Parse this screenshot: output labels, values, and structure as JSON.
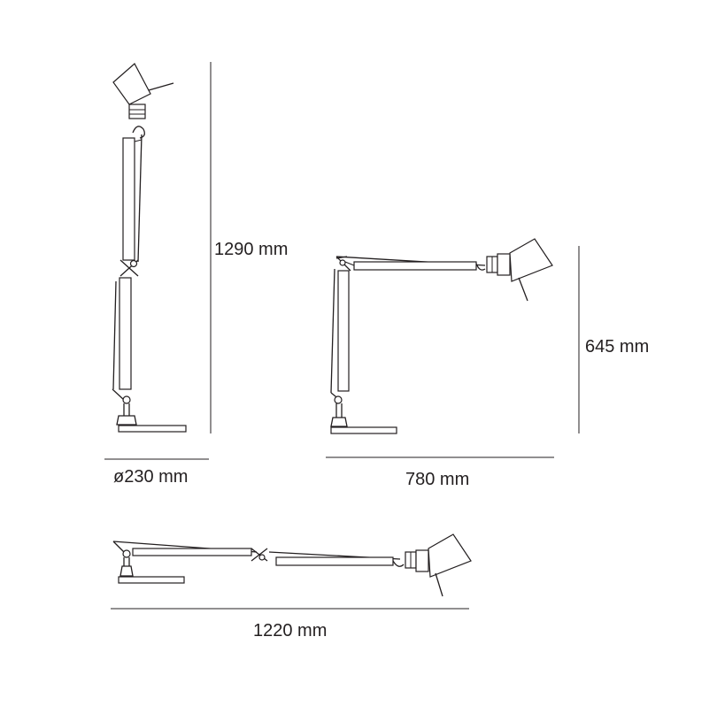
{
  "dimensions": {
    "height_upright": "1290 mm",
    "base_diameter": "ø230 mm",
    "height_extended": "645 mm",
    "width_extended": "780 mm",
    "width_full": "1220 mm"
  }
}
